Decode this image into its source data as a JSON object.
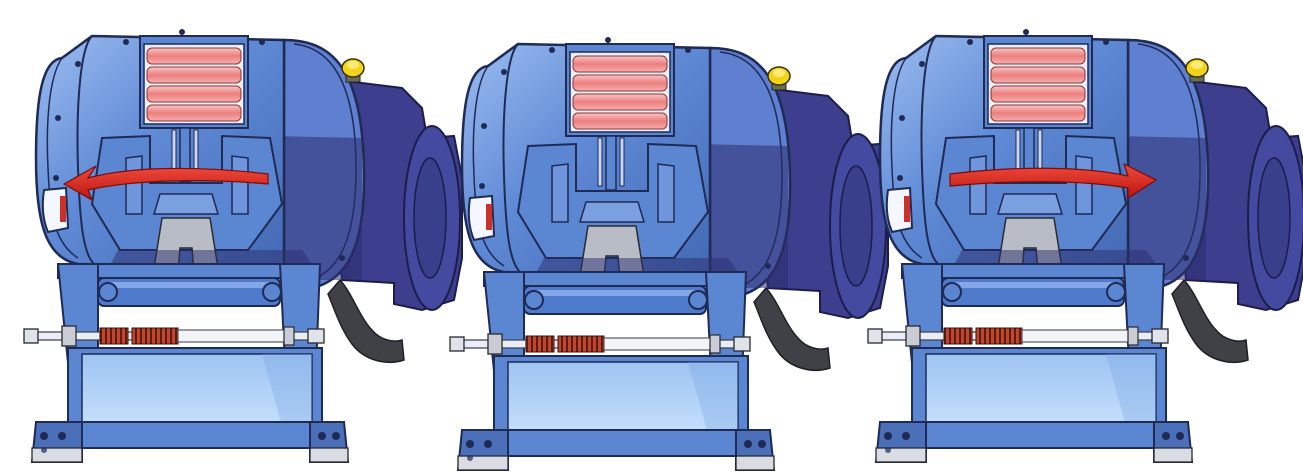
{
  "figure": {
    "panels": [
      {
        "id": "left",
        "arrow_direction": "left"
      },
      {
        "id": "center",
        "arrow_direction": "none"
      },
      {
        "id": "right",
        "arrow_direction": "right"
      }
    ],
    "colors": {
      "body": "#5b86d2",
      "body_light": "#8fb2ec",
      "body_dark": "#3a5fa6",
      "shadow": "#2b2e6e",
      "heater": "#f08a8a",
      "arrow": "#e02a22",
      "knob": "#f2d31b",
      "hose": "#3f4146",
      "foot": "#d9dde3",
      "base_panel": "#a9cdf3"
    }
  }
}
